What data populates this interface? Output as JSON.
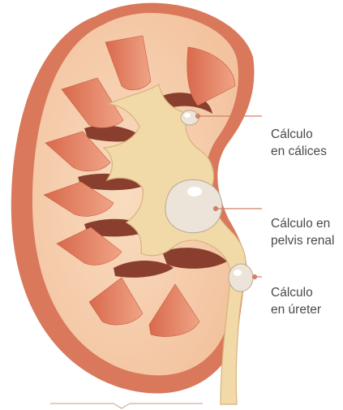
{
  "labels": {
    "calices": {
      "line1": "Cálculo",
      "line2": "en cálices"
    },
    "pelvis": {
      "line1": "Cálculo en",
      "line2": "pelvis renal"
    },
    "ureter": {
      "line1": "Cálculo",
      "line2": "en úreter"
    }
  },
  "colors": {
    "capsule": "#d9785a",
    "cortex": "#f7cfae",
    "pyramid": "#e27d60",
    "sinus_dark": "#8a3f2e",
    "pelvis": "#f2d9a8",
    "stone": "#ece4d8",
    "leader_line": "#d0806a",
    "label_text": "#4a4a4a"
  }
}
